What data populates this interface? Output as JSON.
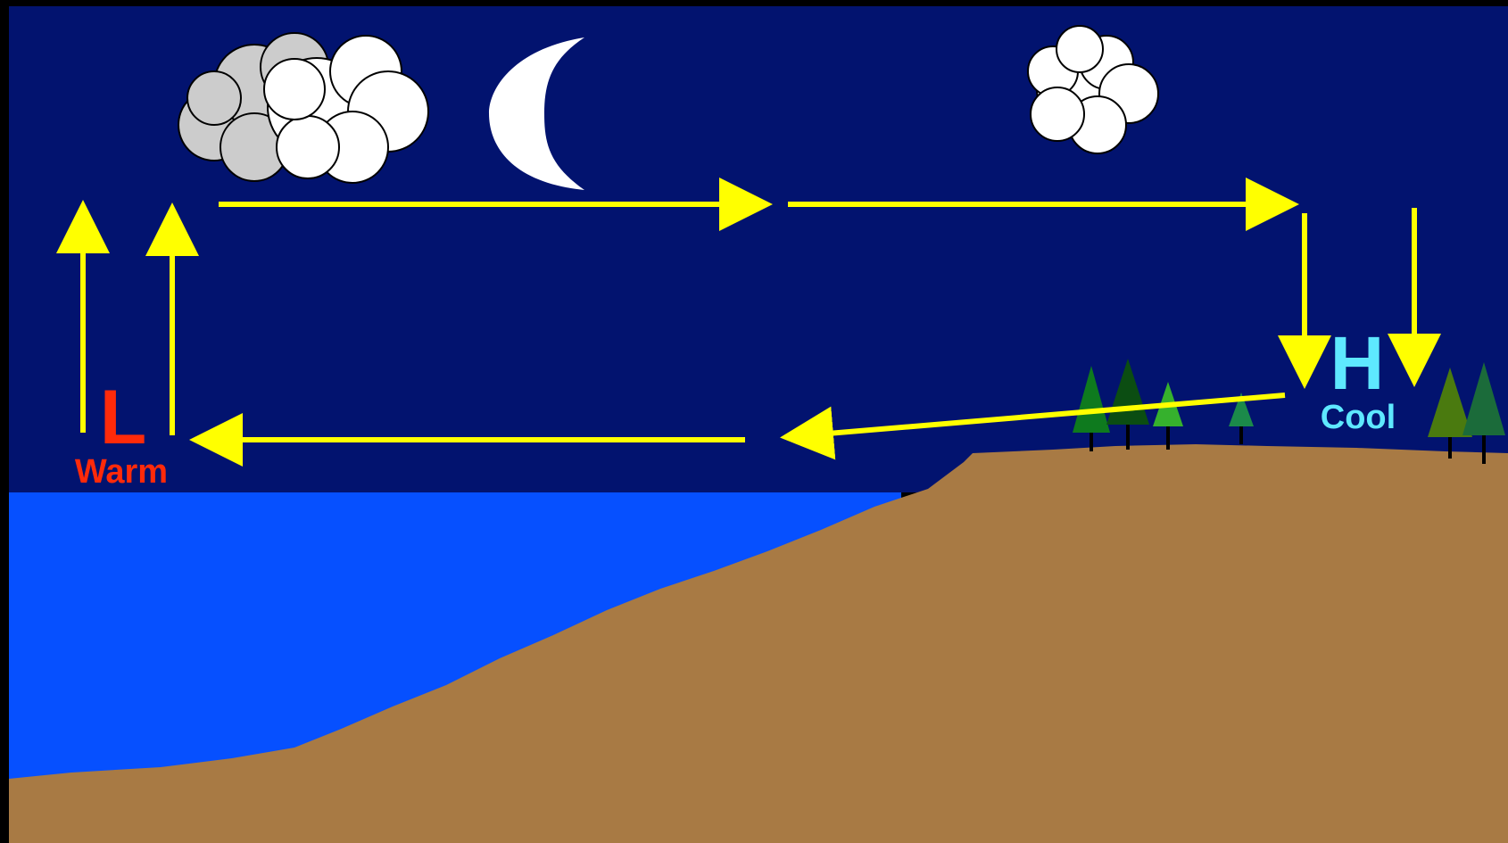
{
  "diagram": {
    "low": {
      "letter": "L",
      "word": "Warm",
      "color": "#ff2a0a"
    },
    "high": {
      "letter": "H",
      "word": "Cool",
      "color": "#5ee8ff"
    }
  },
  "colors": {
    "sky": "#02136f",
    "sea": "#0650ff",
    "land": "#a87a44",
    "arrow": "#ffff00",
    "moon": "#ffffff",
    "cloud_white": "#ffffff",
    "cloud_grey": "#cccccc",
    "frame": "#000000"
  },
  "icons": {
    "moon": "crescent-moon-icon",
    "clouds": "cloud-icon",
    "trees": "pine-tree-icon"
  }
}
